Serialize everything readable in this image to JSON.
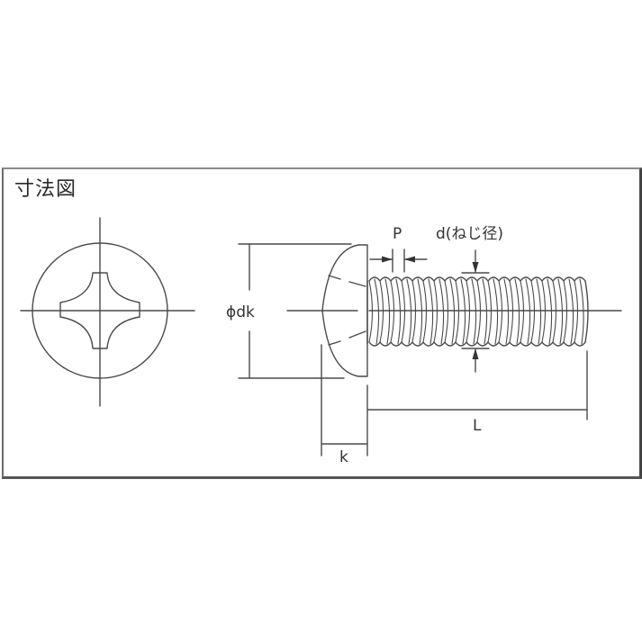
{
  "title": "寸法図",
  "labels": {
    "head_diameter": "ϕdk",
    "pitch": "P",
    "thread_diameter": "d(ねじ径)",
    "length": "L",
    "head_height": "k"
  },
  "views": {
    "top_view": "phillips-cross-recess-head",
    "side_view": "pan-head-machine-screw"
  },
  "colors": {
    "line": "#4a4a4a",
    "frame": "#6a6a6a",
    "text": "#333333",
    "background": "#ffffff"
  }
}
